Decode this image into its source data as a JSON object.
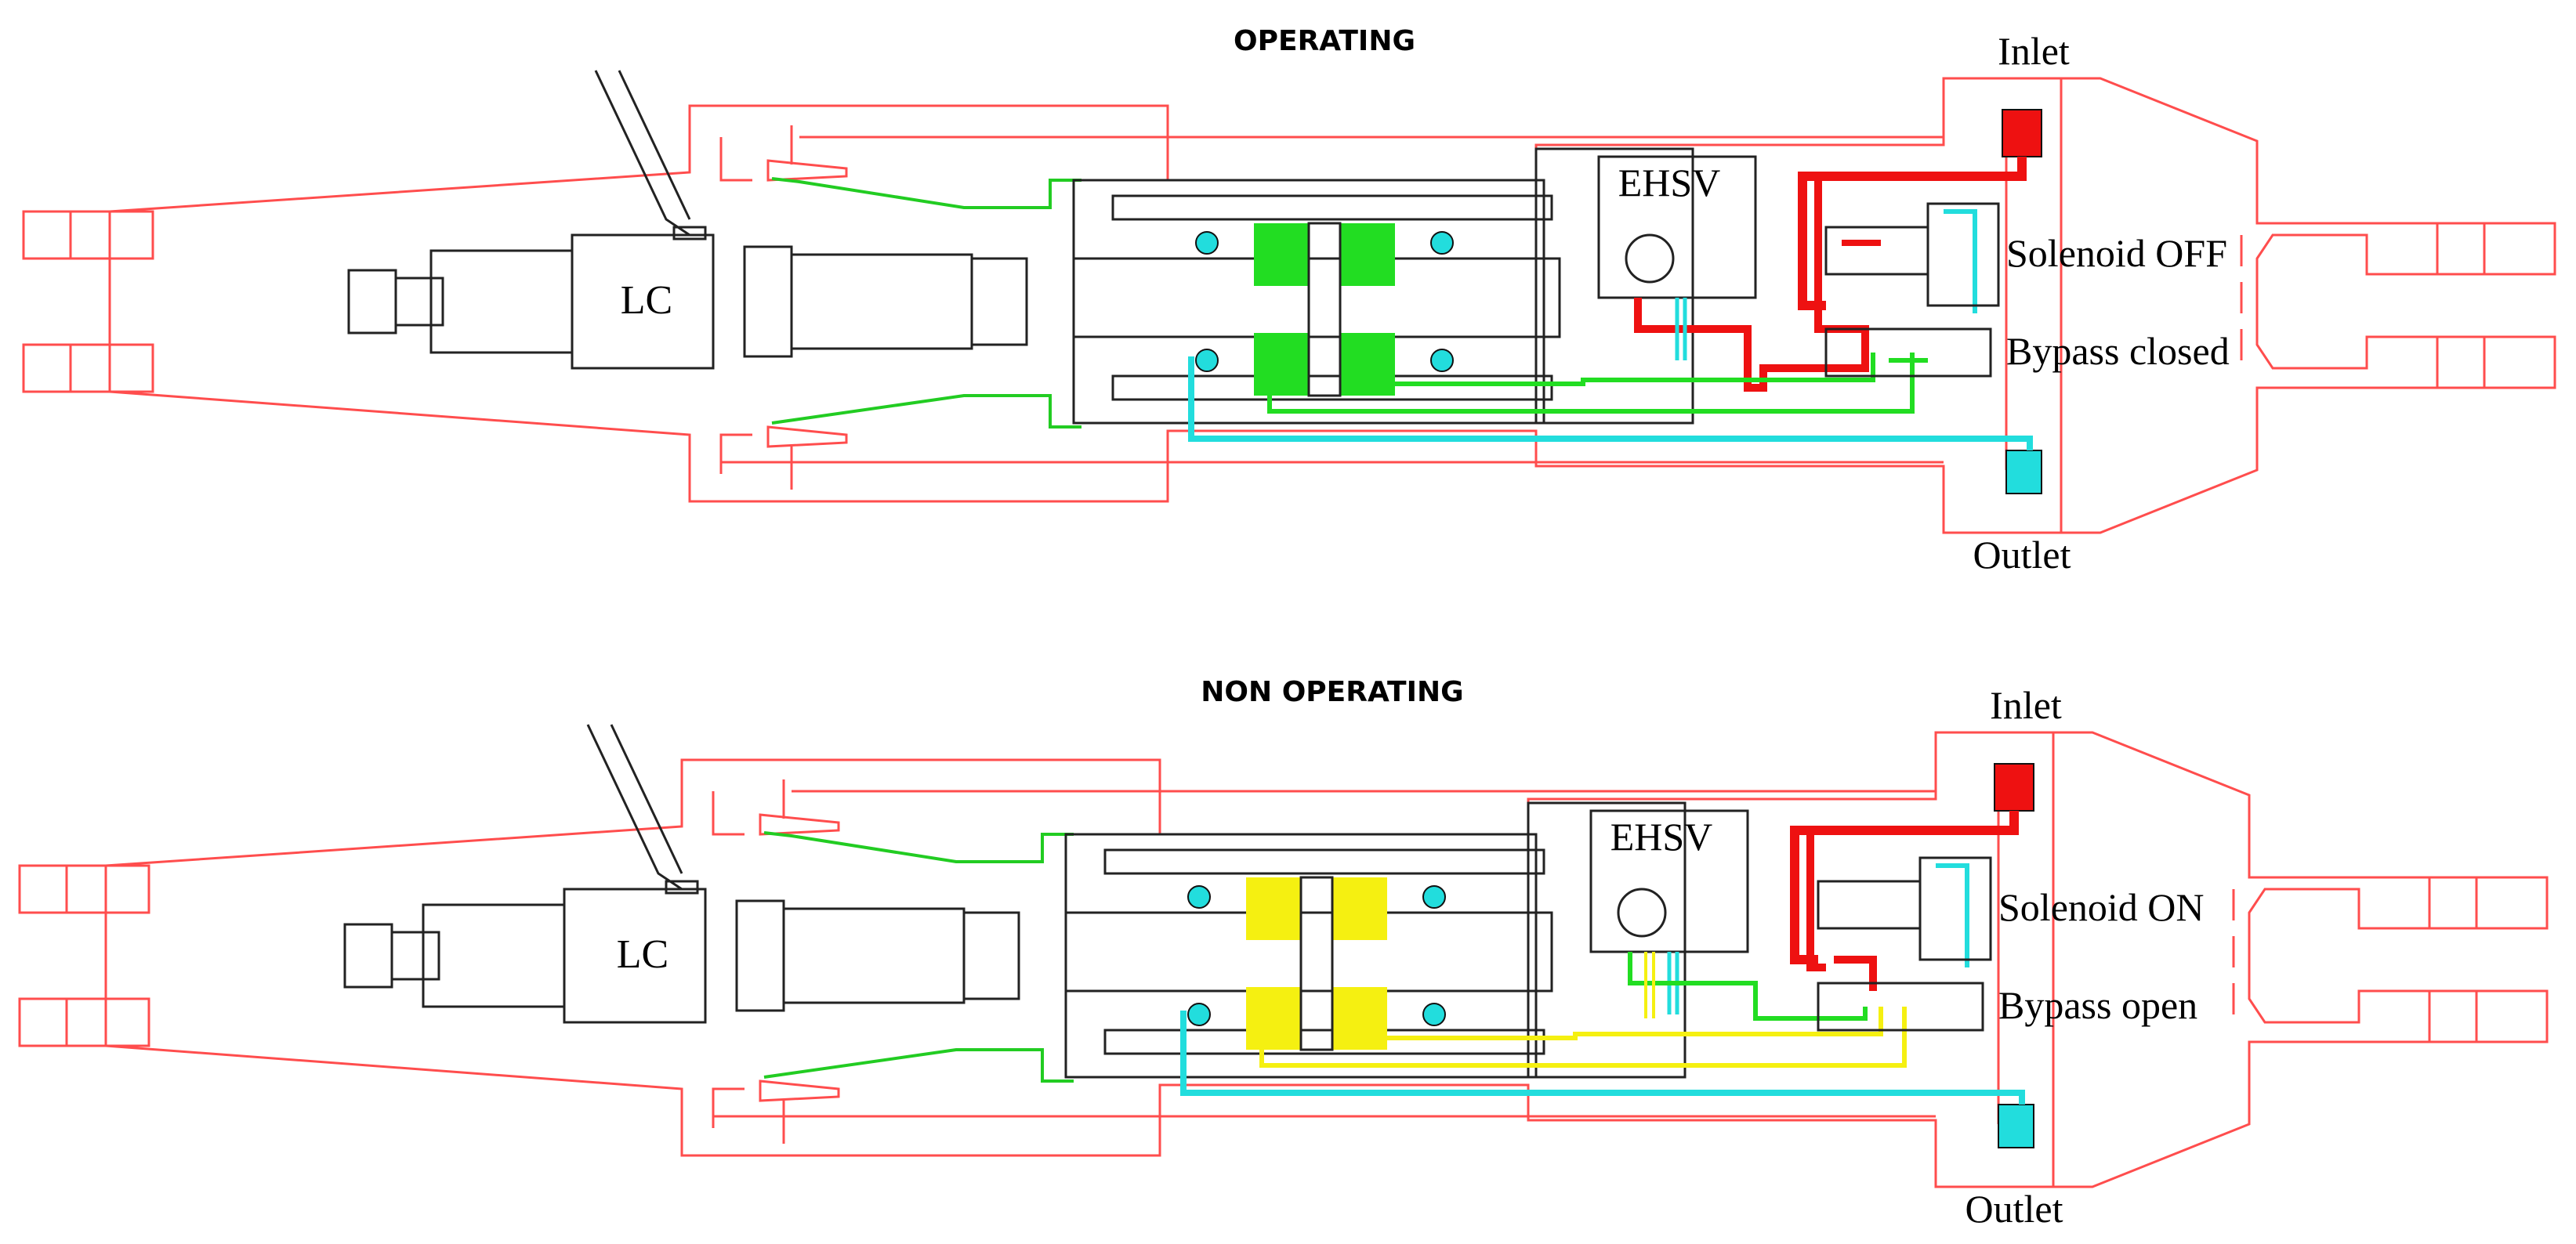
{
  "panels": [
    {
      "title": "OPERATING",
      "inlet_label": "Inlet",
      "outlet_label": "Outlet",
      "ehsv_label": "EHSV",
      "lc_label": "LC",
      "solenoid_label": "Solenoid  OFF",
      "bypass_label": "Bypass closed",
      "chamber_color": "#22dd22",
      "colors": {
        "supply": "#ee1111",
        "return": "#22dddd",
        "housing": "#ff4d4d",
        "line": "#22cc22"
      }
    },
    {
      "title": "NON OPERATING",
      "inlet_label": "Inlet",
      "outlet_label": "Outlet",
      "ehsv_label": "EHSV",
      "lc_label": "LC",
      "solenoid_label": "Solenoid  ON",
      "bypass_label": "Bypass open",
      "chamber_color": "#f5f011",
      "colors": {
        "supply": "#ee1111",
        "return": "#22dddd",
        "housing": "#ff4d4d",
        "line": "#22cc22"
      }
    }
  ]
}
